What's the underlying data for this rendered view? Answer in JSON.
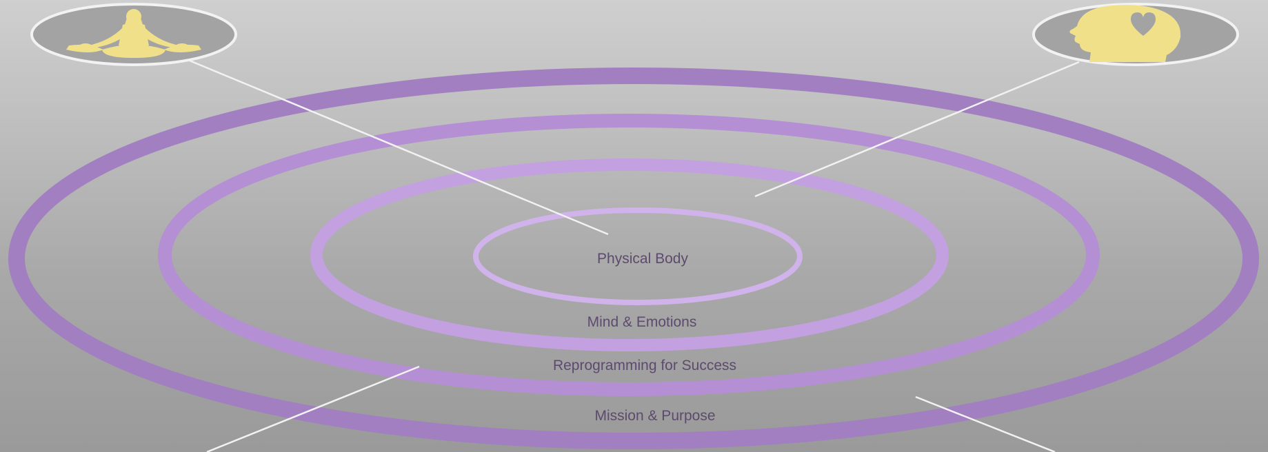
{
  "diagram": {
    "rings": [
      {
        "label": "Physical Body"
      },
      {
        "label": "Mind & Emotions"
      },
      {
        "label": "Reprogramming for Success"
      },
      {
        "label": "Mission & Purpose"
      }
    ],
    "icons": [
      {
        "name": "meditation-icon"
      },
      {
        "name": "head-heart-icon"
      }
    ],
    "colors": {
      "outer_ring": "#a17fc0",
      "ring_2": "#b48fd3",
      "ring_3": "#c3a0e0",
      "inner_ring": "#d0b3ea",
      "icon_fill": "#f0e08a",
      "icon_badge": "#a3a3a3",
      "connector": "#f2f2f2",
      "label": "#5d4a6e"
    }
  }
}
